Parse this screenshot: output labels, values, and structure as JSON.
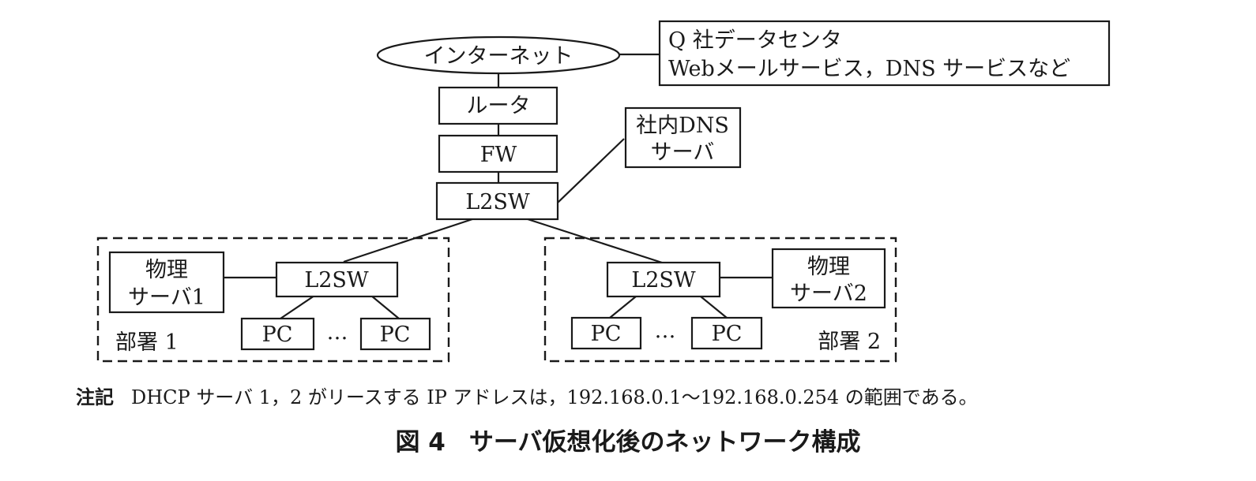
{
  "figure": {
    "caption_number": "図 4",
    "caption_title": "サーバ仮想化後のネットワーク構成"
  },
  "nodes": {
    "internet": "インターネット",
    "datacenter_line1": "Q 社データセンタ",
    "datacenter_line2": "Webメールサービス，DNS サービスなど",
    "router": "ルータ",
    "fw": "FW",
    "core_l2sw": "L2SW",
    "dns_line1": "社内DNS",
    "dns_line2": "サーバ",
    "dept1": {
      "label": "部署 1",
      "l2sw": "L2SW",
      "server_line1": "物理",
      "server_line2": "サーバ1",
      "pc_left": "PC",
      "pc_right": "PC",
      "ellipsis": "…"
    },
    "dept2": {
      "label": "部署 2",
      "l2sw": "L2SW",
      "server_line1": "物理",
      "server_line2": "サーバ2",
      "pc_left": "PC",
      "pc_right": "PC",
      "ellipsis": "…"
    }
  },
  "note": {
    "tag": "注記",
    "text": "DHCP サーバ 1，2 がリースする IP アドレスは，192.168.0.1〜192.168.0.254 の範囲である。"
  }
}
